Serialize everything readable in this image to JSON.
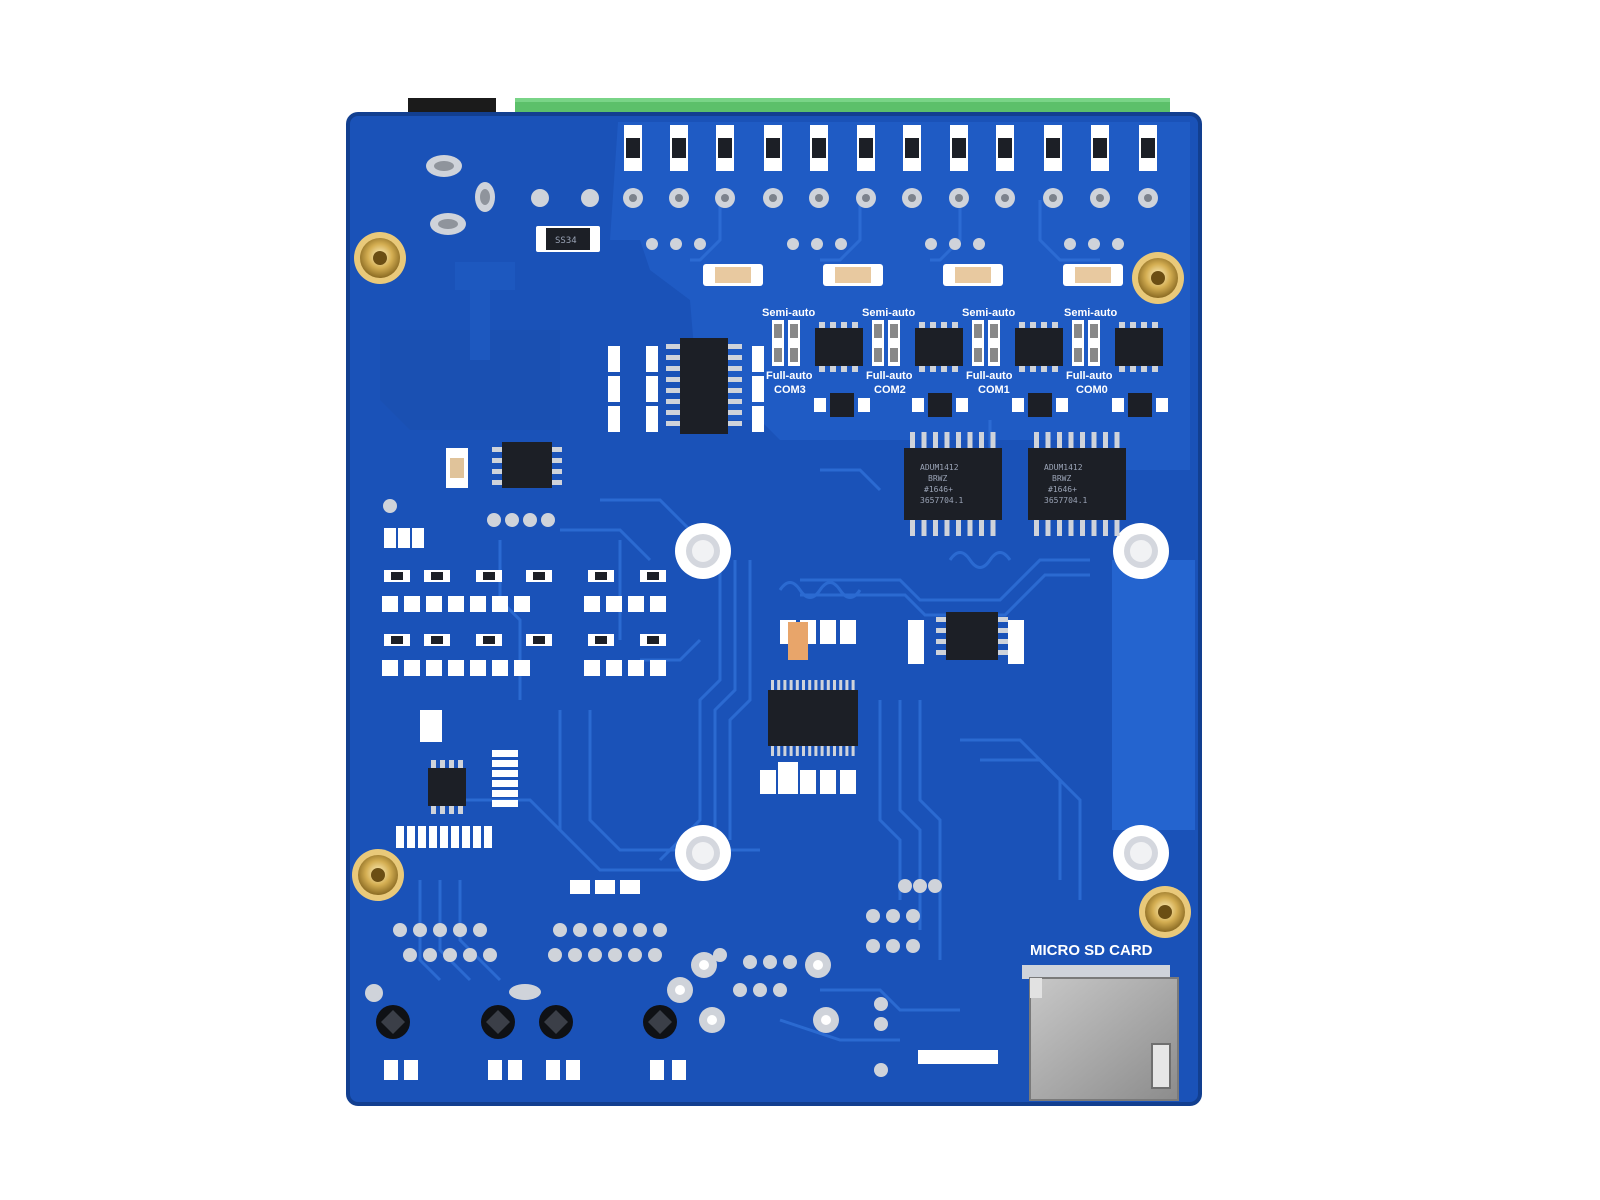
{
  "board": {
    "colors": {
      "pcb": "#1a52b8",
      "pcb_dark": "#143f93",
      "pcb_light": "#2a64cc",
      "trace": "#2f6fd6",
      "pad": "#cfd3da",
      "chip": "#1c1f26",
      "brass": "#c9a64a",
      "terminal": "#5cc06a",
      "sdcard": "#a8a8a8"
    },
    "channels": [
      {
        "semi_label": "Semi-auto",
        "full_label": "Full-auto",
        "com_label": "COM3"
      },
      {
        "semi_label": "Semi-auto",
        "full_label": "Full-auto",
        "com_label": "COM2"
      },
      {
        "semi_label": "Semi-auto",
        "full_label": "Full-auto",
        "com_label": "COM1"
      },
      {
        "semi_label": "Semi-auto",
        "full_label": "Full-auto",
        "com_label": "COM0"
      }
    ],
    "sd_label": "MICRO SD CARD",
    "inductor_label": "SS34",
    "isolator_chips": [
      {
        "line1": "ADUM1412",
        "line2": "BRWZ",
        "line3": "#1646+",
        "line4": "3657704.1"
      },
      {
        "line1": "ADUM1412",
        "line2": "BRWZ",
        "line3": "#1646+",
        "line4": "3657704.1"
      }
    ]
  }
}
